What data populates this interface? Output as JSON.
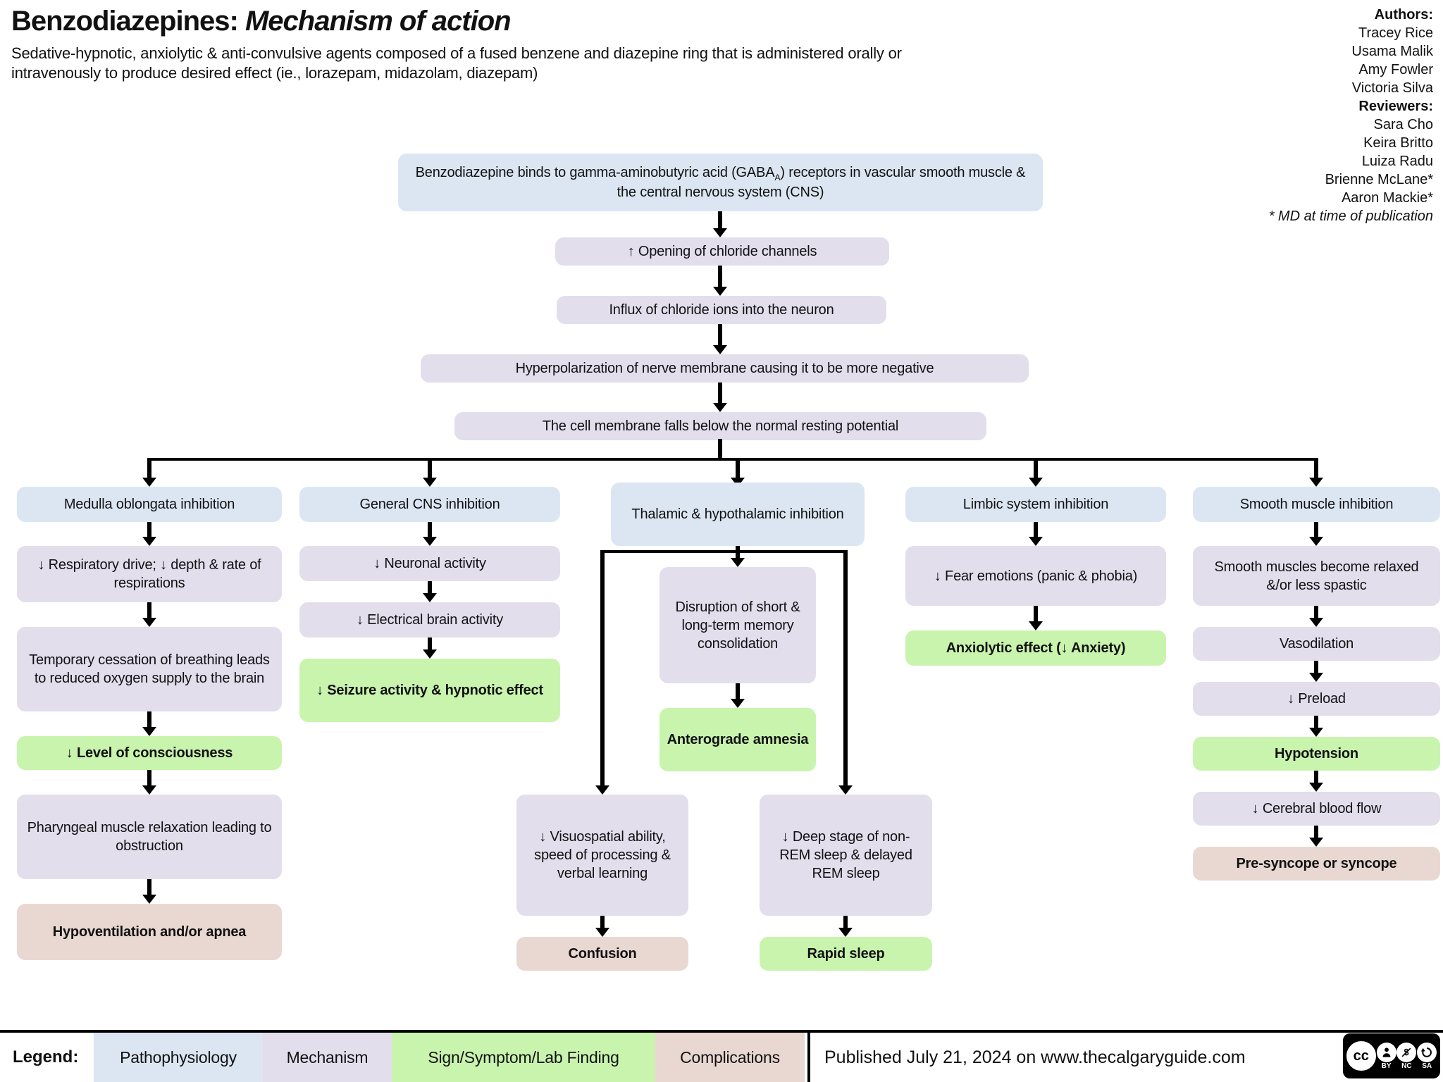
{
  "colors": {
    "pathophysiology": "#dce6f3",
    "mechanism": "#e2deec",
    "sign_symptom_lab_finding": "#c9f4ae",
    "complications": "#e9d8d2",
    "arrow": "#000000",
    "background": "#ffffff"
  },
  "header": {
    "title_main": "Benzodiazepines:",
    "title_emphasis": " Mechanism of action",
    "subtitle": "Sedative-hypnotic, anxiolytic & anti-convulsive agents composed of a fused benzene and diazepine ring that is administered orally or intravenously to produce desired effect (ie., lorazepam, midazolam, diazepam)"
  },
  "credits": {
    "authors_label": "Authors:",
    "authors": [
      "Tracey Rice",
      "Usama Malik",
      "Amy Fowler",
      "Victoria Silva"
    ],
    "reviewers_label": "Reviewers:",
    "reviewers": [
      "Sara Cho",
      "Keira Britto",
      "Luiza Radu",
      "Brienne McLane*",
      "Aaron Mackie*"
    ],
    "footnote": "* MD at time of publication"
  },
  "chain": {
    "gaba": {
      "pre": "Benzodiazepine binds to gamma-aminobutyric acid (GABA",
      "sub": "A",
      "post": ") receptors in vascular smooth muscle & the central nervous system (CNS)"
    },
    "steps": [
      "↑ Opening of chloride channels",
      "Influx of chloride ions into the neuron",
      "Hyperpolarization of nerve membrane causing it to be more negative",
      "The cell membrane falls below the normal resting potential"
    ]
  },
  "columns": {
    "medulla": {
      "header": "Medulla oblongata inhibition",
      "steps": [
        "↓ Respiratory drive; ↓ depth & rate of respirations",
        "Temporary cessation of breathing leads to reduced oxygen supply to the brain",
        "↓ Level of consciousness",
        "Pharyngeal muscle relaxation leading to obstruction",
        "Hypoventilation and/or apnea"
      ]
    },
    "cns": {
      "header": "General CNS inhibition",
      "steps": [
        "↓ Neuronal activity",
        "↓ Electrical brain activity",
        "↓ Seizure activity & hypnotic effect"
      ]
    },
    "thalamic": {
      "header": "Thalamic & hypothalamic inhibition",
      "memory": [
        "Disruption of short & long-term memory consolidation",
        "Anterograde amnesia"
      ],
      "visuospatial": [
        "↓ Visuospatial ability, speed of processing & verbal learning",
        "Confusion"
      ],
      "sleep": [
        "↓ Deep stage of non-REM sleep & delayed REM sleep",
        "Rapid sleep"
      ]
    },
    "limbic": {
      "header": "Limbic system inhibition",
      "steps": [
        "↓ Fear emotions (panic & phobia)",
        "Anxiolytic effect (↓ Anxiety)"
      ]
    },
    "smooth": {
      "header": "Smooth muscle inhibition",
      "steps": [
        "Smooth muscles become relaxed &/or less spastic",
        "Vasodilation",
        "↓ Preload",
        "Hypotension",
        "↓ Cerebral blood flow",
        "Pre-syncope or syncope"
      ]
    }
  },
  "legend": {
    "label": "Legend:",
    "items": [
      {
        "label": "Pathophysiology",
        "color": "#dce6f3"
      },
      {
        "label": "Mechanism",
        "color": "#e2deec"
      },
      {
        "label": "Sign/Symptom/Lab Finding",
        "color": "#c9f4ae"
      },
      {
        "label": "Complications",
        "color": "#e9d8d2"
      }
    ]
  },
  "footer": {
    "published": "Published July 21, 2024 on www.thecalgaryguide.com",
    "license": {
      "logo_text": "cc",
      "labels": [
        "BY",
        "NC",
        "SA"
      ]
    }
  }
}
